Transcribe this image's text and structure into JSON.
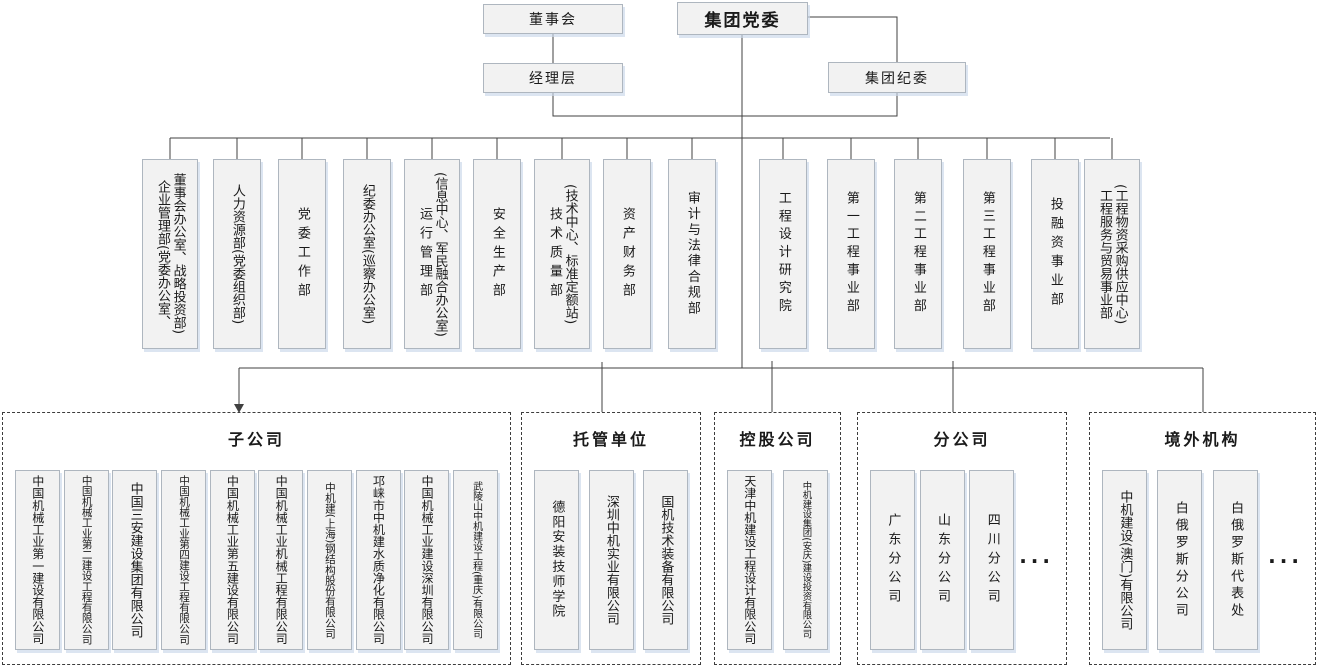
{
  "top": {
    "board": "董事会",
    "party_committee": "集团党委",
    "management": "经理层",
    "discipline_committee": "集团纪委"
  },
  "departments": [
    {
      "lines": [
        "企业管理部(党委办公室、",
        "董事会办公室、战略投资部)"
      ]
    },
    {
      "lines": [
        "人力资源部(党委组织部)"
      ]
    },
    {
      "lines": [
        "党委工作部"
      ]
    },
    {
      "lines": [
        "纪委办公室(巡察办公室)"
      ]
    },
    {
      "lines": [
        "运行管理部",
        "(信息中心、军民融合办公室)"
      ]
    },
    {
      "lines": [
        "安全生产部"
      ]
    },
    {
      "lines": [
        "技术质量部",
        "(技术中心、标准定额站)"
      ]
    },
    {
      "lines": [
        "资产财务部"
      ]
    },
    {
      "lines": [
        "审计与法律合规部"
      ]
    },
    {
      "lines": [
        "工程设计研究院"
      ]
    },
    {
      "lines": [
        "第一工程事业部"
      ]
    },
    {
      "lines": [
        "第二工程事业部"
      ]
    },
    {
      "lines": [
        "第三工程事业部"
      ]
    },
    {
      "lines": [
        "投融资事业部"
      ]
    },
    {
      "lines": [
        "工程服务与贸易事业部",
        "(工程物资采购供应中心)"
      ]
    }
  ],
  "groups": [
    {
      "title": "子公司",
      "items": [
        "中国机械工业第一建设有限公司",
        "中国机械工业第二建设工程有限公司",
        "中国三安建设集团有限公司",
        "中国机械工业第四建设工程有限公司",
        "中国机械工业第五建设有限公司",
        "中国机械工业机械工程有限公司",
        "中机建(上海)钢结构股份有限公司",
        "邛崃市中机建水质净化有限公司",
        "中国机械工业建设深圳有限公司",
        "武陵山中机建设工程(重庆)有限公司"
      ],
      "ellipsis": ""
    },
    {
      "title": "托管单位",
      "items": [
        "德阳安装技师学院",
        "深圳中机实业有限公司",
        "国机技术装备有限公司"
      ],
      "ellipsis": ""
    },
    {
      "title": "控股公司",
      "items": [
        "天津中机建设工程设计有限公司",
        "中机建设集团(安庆)建设投资有限公司"
      ],
      "ellipsis": ""
    },
    {
      "title": "分公司",
      "items": [
        "广东分公司",
        "山东分公司",
        "四川分公司"
      ],
      "ellipsis": "···"
    },
    {
      "title": "境外机构",
      "items": [
        "中机建设(澳门)有限公司",
        "白俄罗斯分公司",
        "白俄罗斯代表处"
      ],
      "ellipsis": "···"
    }
  ],
  "colors": {
    "box_fill": "#f2f2f2",
    "box_border": "#aeb6bf",
    "box_shadow": "#cbd8ea",
    "connector": "#404040",
    "text": "#1a1a1a"
  }
}
